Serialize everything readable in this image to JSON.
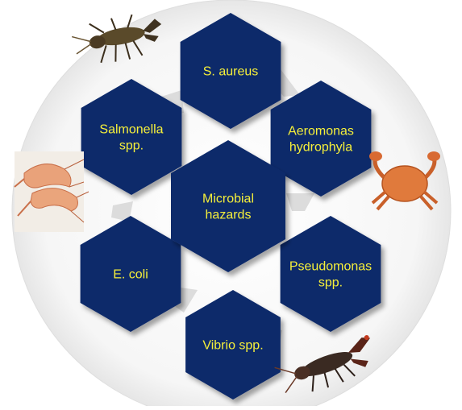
{
  "diagram": {
    "center": {
      "label_lines": [
        "Microbial",
        "hazards"
      ]
    },
    "hazards": [
      {
        "id": "s-aureus",
        "label_lines": [
          "S. aureus"
        ]
      },
      {
        "id": "aeromonas",
        "label_lines": [
          "Aeromonas",
          "hydrophyla"
        ]
      },
      {
        "id": "pseudomonas",
        "label_lines": [
          "Pseudomonas",
          "spp."
        ]
      },
      {
        "id": "vibrio",
        "label_lines": [
          "Vibrio spp."
        ]
      },
      {
        "id": "e-coli",
        "label_lines": [
          "E. coli"
        ]
      },
      {
        "id": "salmonella",
        "label_lines": [
          "Salmonella",
          "spp."
        ]
      }
    ],
    "colors": {
      "hexagon_fill": "#0f2a6b",
      "label_color": "#f5ef3a",
      "connector": "#d9d9d9",
      "background_circle": "#f3f3f3"
    },
    "images": [
      "crayfish-image",
      "shrimp-image",
      "crab-image",
      "lobster-image"
    ]
  }
}
